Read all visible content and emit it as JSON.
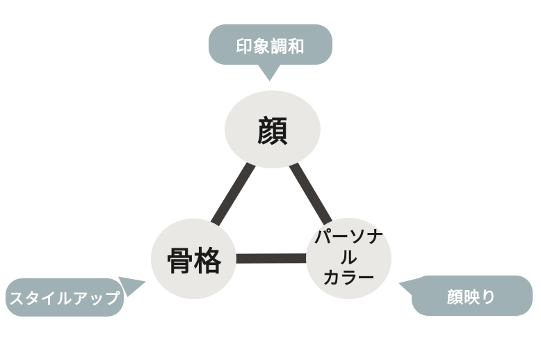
{
  "diagram": {
    "colors": {
      "background": "#ffffff",
      "bubble": "#9fb1b4",
      "bubble_text": "#ffffff",
      "circle_fill": "#e9e8e4",
      "circle_text": "#1a1a1a",
      "connector": "#3e3a37"
    },
    "nodes": {
      "face": {
        "label": "顔"
      },
      "skeleton": {
        "label": "骨格"
      },
      "personal_color": {
        "label": "パーソナル\nカラー"
      }
    },
    "callouts": {
      "top": {
        "label": "印象調和"
      },
      "bottom_left": {
        "label": "スタイルアップ"
      },
      "bottom_right": {
        "label": "顔映り"
      }
    }
  }
}
